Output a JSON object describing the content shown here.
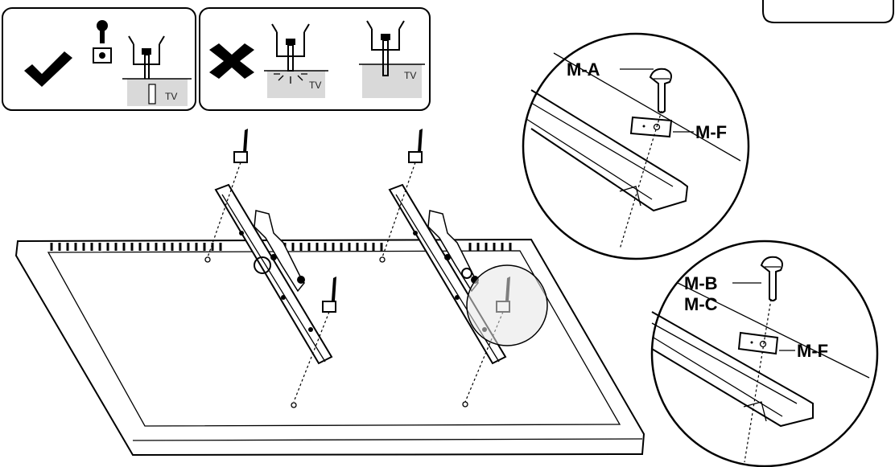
{
  "panels": {
    "correct": {
      "icon": "checkmark-icon",
      "tv_label": "TV"
    },
    "wrong": {
      "icon": "cross-icon",
      "tv_label_1": "TV",
      "tv_label_2": "TV"
    }
  },
  "callout_top": {
    "screw_label": "M-A",
    "washer_label": "M-F"
  },
  "callout_bottom": {
    "screw_label_1": "M-B",
    "screw_label_2": "M-C",
    "washer_label": "M-F"
  }
}
